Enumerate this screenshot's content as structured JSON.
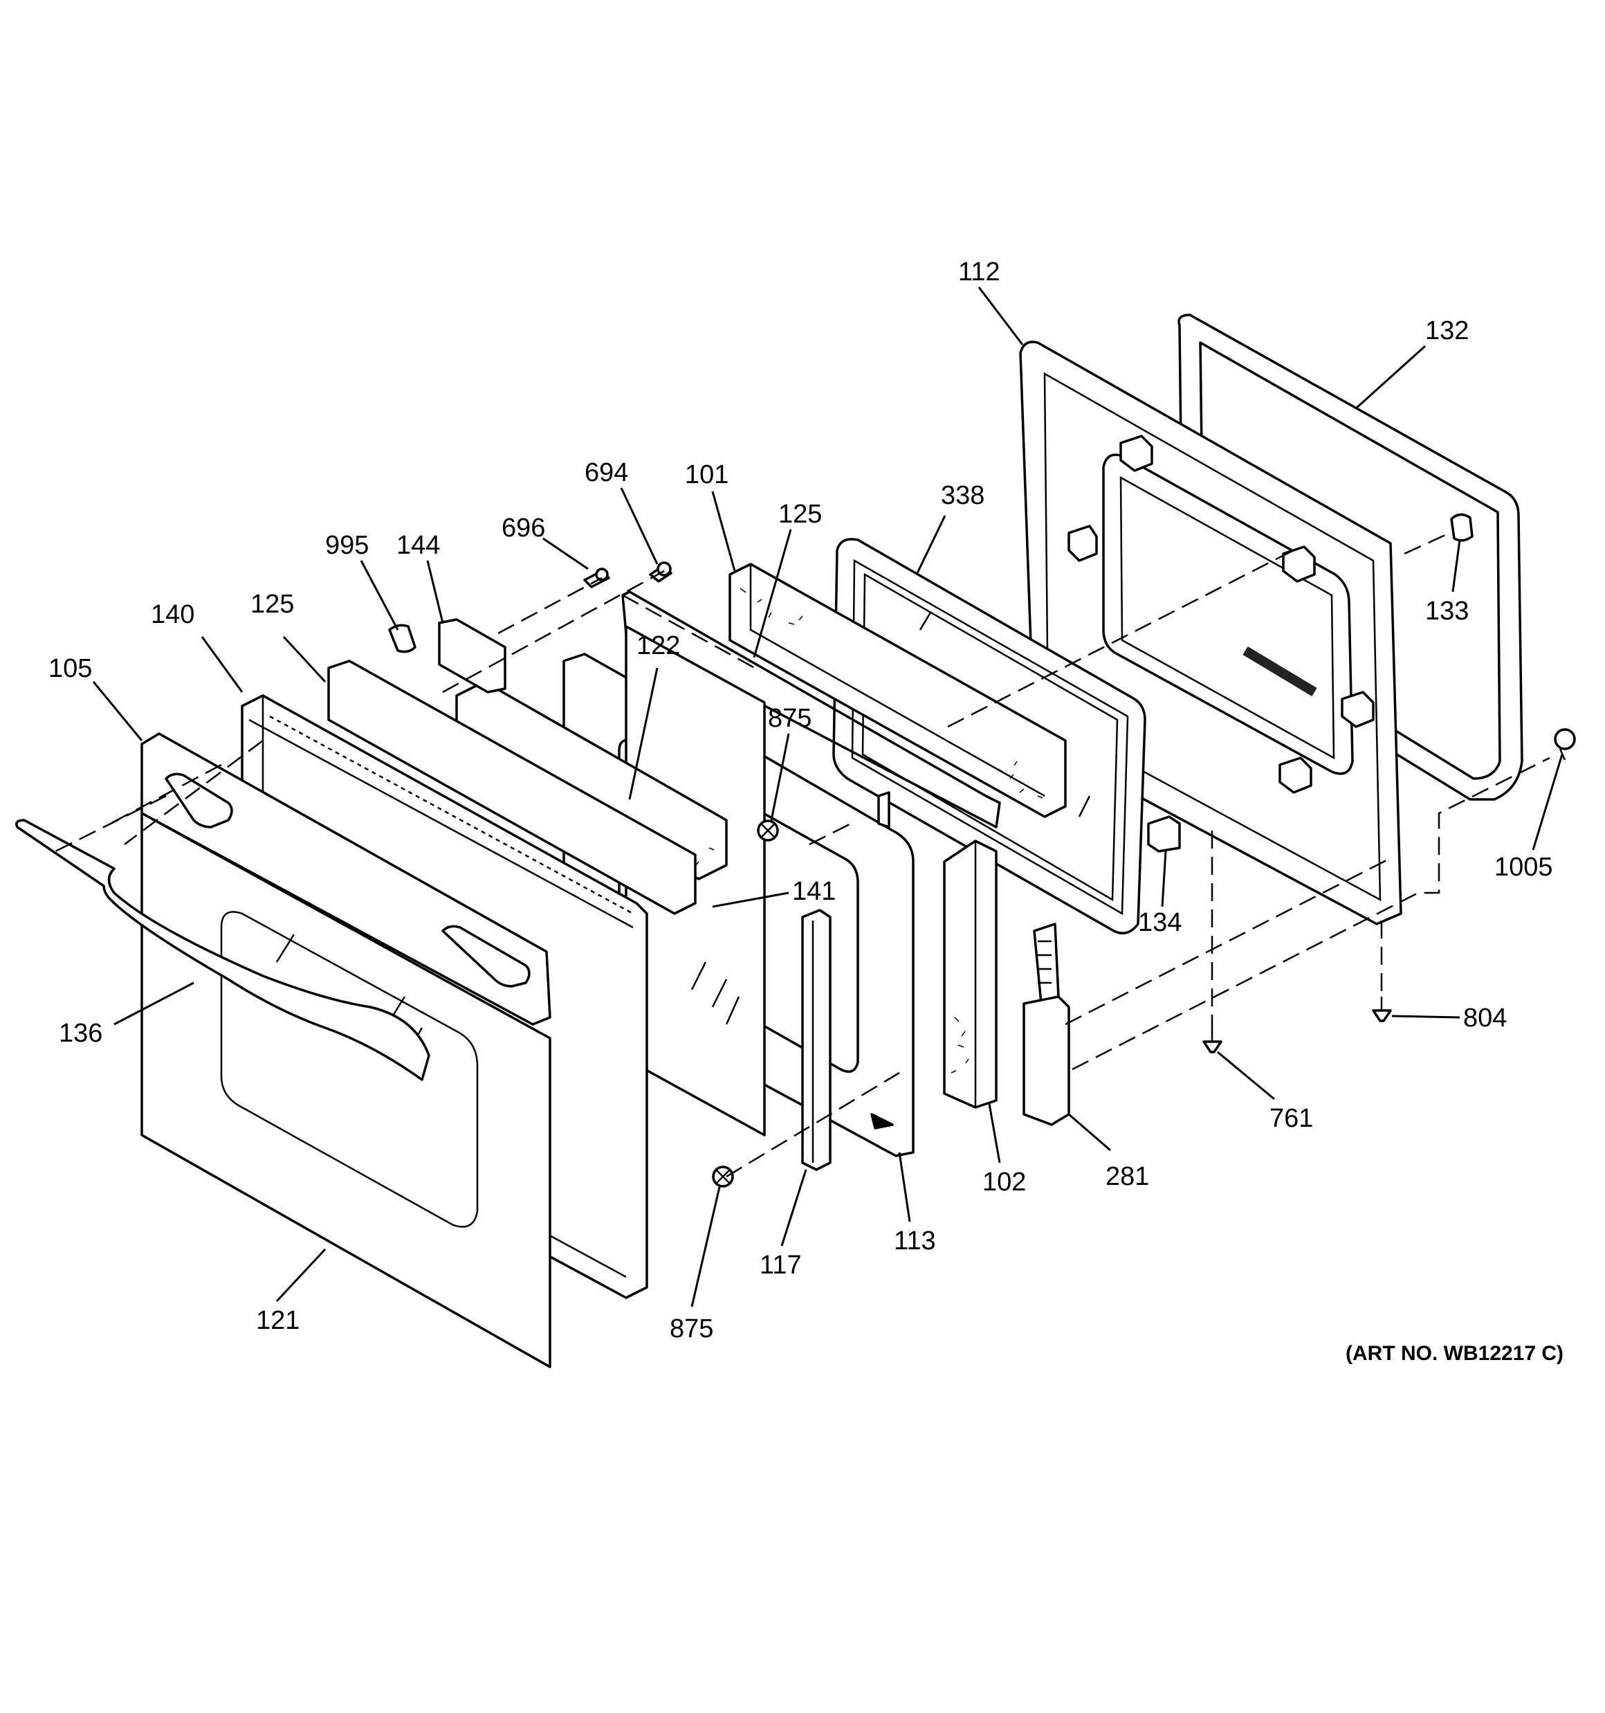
{
  "diagram": {
    "art_number": "(ART NO. WB12217 C)",
    "callouts": [
      {
        "id": "c112",
        "text": "112"
      },
      {
        "id": "c132",
        "text": "132"
      },
      {
        "id": "c694",
        "text": "694"
      },
      {
        "id": "c101",
        "text": "101"
      },
      {
        "id": "c125a",
        "text": "125"
      },
      {
        "id": "c338",
        "text": "338"
      },
      {
        "id": "c696",
        "text": "696"
      },
      {
        "id": "c995",
        "text": "995"
      },
      {
        "id": "c144",
        "text": "144"
      },
      {
        "id": "c133",
        "text": "133"
      },
      {
        "id": "c140",
        "text": "140"
      },
      {
        "id": "c125b",
        "text": "125"
      },
      {
        "id": "c122",
        "text": "122"
      },
      {
        "id": "c105",
        "text": "105"
      },
      {
        "id": "c875a",
        "text": "875"
      },
      {
        "id": "c1005",
        "text": "1005"
      },
      {
        "id": "c141",
        "text": "141"
      },
      {
        "id": "c134",
        "text": "134"
      },
      {
        "id": "c136",
        "text": "136"
      },
      {
        "id": "c804",
        "text": "804"
      },
      {
        "id": "c761",
        "text": "761"
      },
      {
        "id": "c281",
        "text": "281"
      },
      {
        "id": "c102",
        "text": "102"
      },
      {
        "id": "c113",
        "text": "113"
      },
      {
        "id": "c117",
        "text": "117"
      },
      {
        "id": "c121",
        "text": "121"
      },
      {
        "id": "c875b",
        "text": "875"
      }
    ]
  }
}
